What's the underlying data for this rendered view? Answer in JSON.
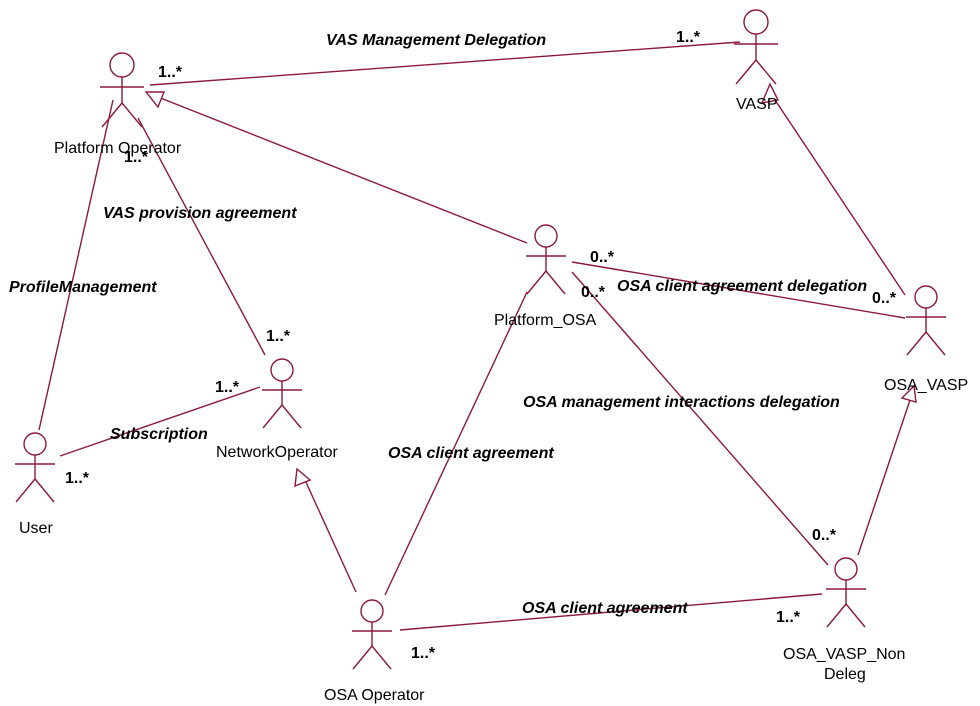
{
  "colors": {
    "line": "#8b1a3a",
    "text": "#000000",
    "background": "#ffffff"
  },
  "actors": {
    "platform_operator": "Platform Operator",
    "vasp": "VASP",
    "platform_osa": "Platform_OSA",
    "osa_vasp": "OSA_VASP",
    "network_operator": "NetworkOperator",
    "user": "User",
    "osa_operator": "OSA Operator",
    "osa_vasp_non_deleg_line1": "OSA_VASP_Non",
    "osa_vasp_non_deleg_line2": "Deleg"
  },
  "associations": {
    "vas_management_delegation": "VAS Management Delegation",
    "vas_provision_agreement": "VAS provision agreement",
    "profile_management": "ProfileManagement",
    "subscription": "Subscription",
    "osa_client_agreement_delegation": "OSA client agreement delegation",
    "osa_management_interactions_delegation": "OSA management interactions delegation",
    "osa_client_agreement_center": "OSA client agreement",
    "osa_client_agreement_bottom": "OSA client agreement"
  },
  "multiplicities": {
    "po_vasmgmt": "1..*",
    "vasp_vasmgmt": "1..*",
    "po_vasprov": "1..*",
    "no_vasprov": "1..*",
    "no_subscription": "1..*",
    "user_subscription": "1..*",
    "posa_delegation": "0..*",
    "posa_mgmt": "0..*",
    "osavasp_delegation": "0..*",
    "nondeleg_mgmt": "0..*",
    "nondeleg_client": "1..*",
    "osaop_client": "1..*"
  }
}
